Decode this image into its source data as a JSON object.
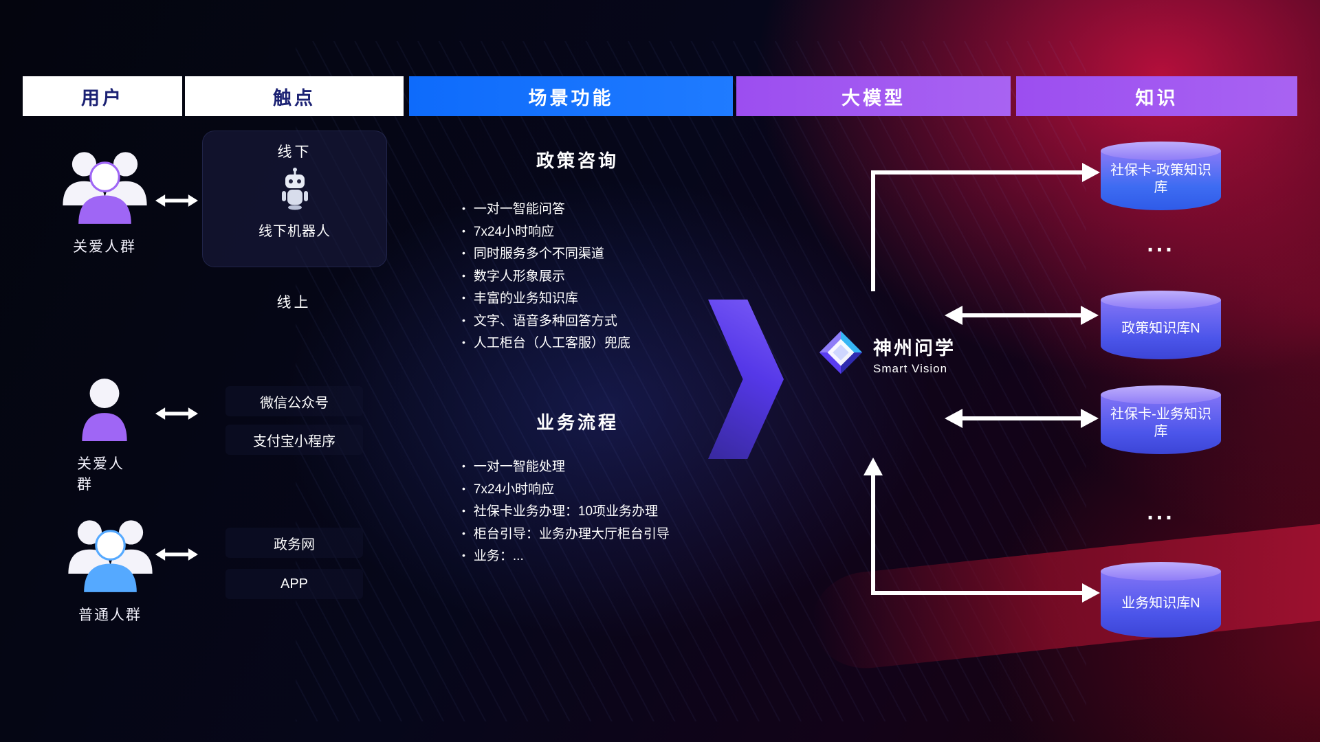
{
  "columns": {
    "users": "用户",
    "touchpoints": "触点",
    "scenes": "场景功能",
    "model": "大模型",
    "knowledge": "知识"
  },
  "users": {
    "group1_label": "关爱人群",
    "single_label": "关爱人群",
    "group2_label": "普通人群"
  },
  "touchpoints": {
    "offline_title": "线下",
    "offline_robot": "线下机器人",
    "online_title": "线上",
    "channels": [
      "微信公众号",
      "支付宝小程序",
      "政务网",
      "APP"
    ]
  },
  "scenes": {
    "policy": {
      "title": "政策咨询",
      "items": [
        "一对一智能问答",
        "7x24小时响应",
        "同时服务多个不同渠道",
        "数字人形象展示",
        "丰富的业务知识库",
        "文字、语音多种回答方式",
        "人工柜台（人工客服）兜底"
      ]
    },
    "business": {
      "title": "业务流程",
      "items": [
        "一对一智能处理",
        "7x24小时响应",
        "社保卡业务办理：10项业务办理",
        "柜台引导：业务办理大厅柜台引导",
        "业务：..."
      ]
    }
  },
  "model": {
    "name": "神州问学",
    "subtitle": "Smart Vision"
  },
  "knowledge": {
    "items": [
      "社保卡-政策知识库",
      "政策知识库N",
      "社保卡-业务知识库",
      "业务知识库N"
    ],
    "ellipsis": "..."
  },
  "colors": {
    "header_blue": "#1673ff",
    "header_purple": "#a155ee",
    "persona_purple": "#9f66f5",
    "persona_blue": "#55a9ff",
    "cylinder_purple": "#6f5cf3",
    "arrow_purple": "#5a3df0",
    "background_red": "#c11440",
    "connector_white": "#ffffff"
  }
}
